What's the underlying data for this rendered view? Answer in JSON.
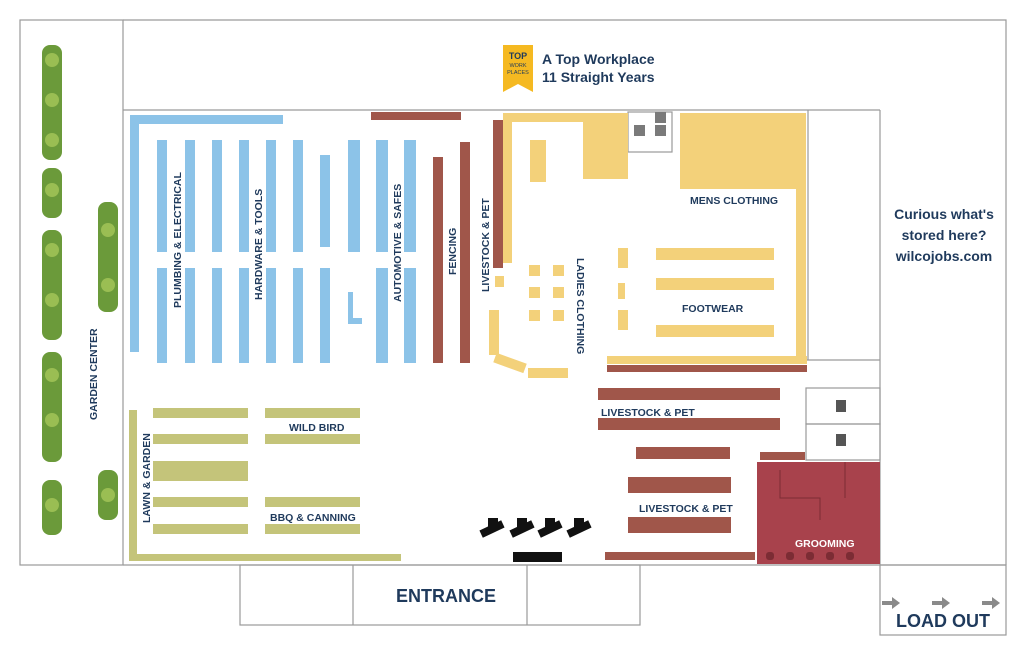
{
  "badge": {
    "icon": "top-workplaces-ribbon-icon",
    "icon_lines": [
      "TOP",
      "WORK",
      "PLACES"
    ],
    "line1": "A Top Workplace",
    "line2": "11 Straight Years"
  },
  "promo": {
    "line1": "Curious what's",
    "line2": "stored here?",
    "line3": "wilcojobs.com"
  },
  "exits": {
    "entrance": "ENTRANCE",
    "load_out": "LOAD OUT"
  },
  "departments": {
    "garden_center": "GARDEN CENTER",
    "plumbing": "PLUMBING & ELECTRICAL",
    "hardware": "HARDWARE & TOOLS",
    "automotive": "AUTOMOTIVE & SAFES",
    "fencing": "FENCING",
    "livestock_pet_1": "LIVESTOCK & PET",
    "ladies": "LADIES CLOTHING",
    "mens": "MENS CLOTHING",
    "footwear": "FOOTWEAR",
    "livestock_pet_2": "LIVESTOCK & PET",
    "livestock_pet_3": "LIVESTOCK & PET",
    "grooming": "GROOMING",
    "wild_bird": "WILD BIRD",
    "bbq": "BBQ & CANNING",
    "lawn_garden": "LAWN & GARDEN"
  },
  "colors": {
    "hardware_blue": "#8cc3e8",
    "fence_red": "#a0564a",
    "clothing_yellow": "#f3d17a",
    "lawn_olive": "#c4c47a",
    "grooming_red": "#a8424c",
    "text_navy": "#1f3a5c",
    "badge_gold": "#f5b921"
  }
}
